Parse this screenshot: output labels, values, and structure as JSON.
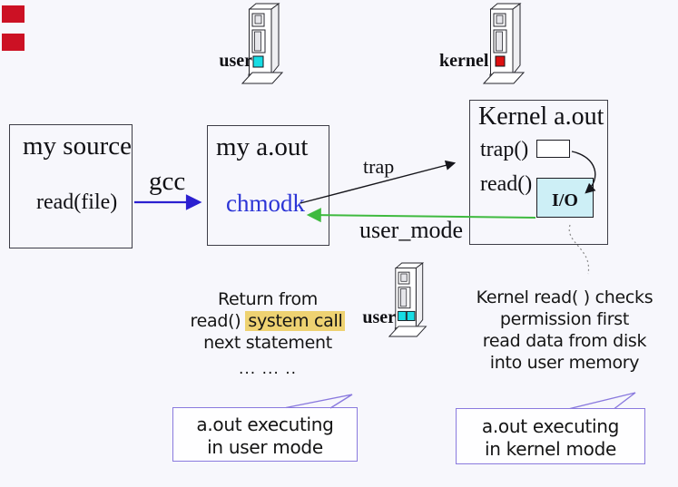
{
  "colors": {
    "bg": "#f7f7fc",
    "box-border": "#3d3d47",
    "arrow-blue": "#2b1fd0",
    "text-blue": "#2c35d6",
    "arrow-green": "#3fba3f",
    "io-fill": "#cdeff6",
    "cyan": "#17dde4",
    "red": "#dd1111",
    "highlight": "#eed272",
    "bubble-border": "#8a7ade",
    "dotted": "#8a8a8a",
    "marker-red": "#cc1124"
  },
  "towers": {
    "top_user": {
      "label": "user"
    },
    "top_kernel": {
      "label": "kernel"
    },
    "mid_user": {
      "label": "user"
    }
  },
  "boxes": {
    "source": {
      "title": "my source",
      "body": "read(file)"
    },
    "aout": {
      "title": "my a.out",
      "body": "chmodk"
    },
    "kernel": {
      "title": "Kernel a.out",
      "trap": "trap()",
      "read": "read()",
      "io": "I/O"
    }
  },
  "arrows": {
    "gcc": {
      "label": "gcc"
    },
    "trap": {
      "label": "trap"
    },
    "user_mode": {
      "label": "user_mode"
    }
  },
  "notes": {
    "return_note": {
      "line1": "Return from",
      "line2_pre": "read()",
      "line2_hl": "system call",
      "line3": "next statement",
      "line4": "... ... .."
    },
    "kernel_note": {
      "line1": "Kernel read( ) checks",
      "line2": "permission first",
      "line3": "read data from disk",
      "line4": "into user memory"
    }
  },
  "bubbles": {
    "user": {
      "line1": "a.out executing",
      "line2": "in user mode"
    },
    "kernel": {
      "line1": "a.out executing",
      "line2": "in kernel mode"
    }
  }
}
